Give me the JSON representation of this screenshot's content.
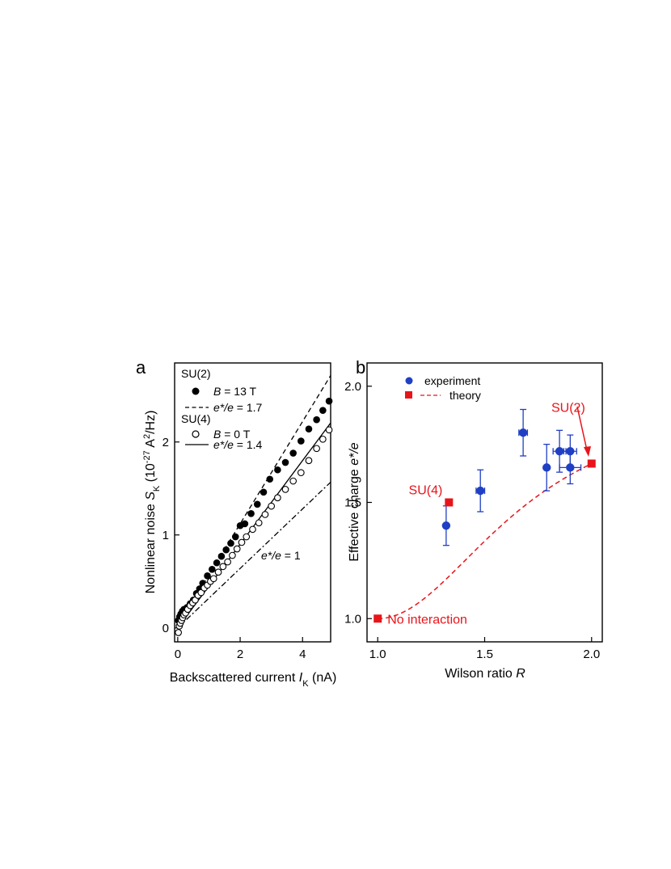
{
  "panels": {
    "a": {
      "letter": "a"
    },
    "b": {
      "letter": "b"
    }
  },
  "chart_data": [
    {
      "panel": "a",
      "type": "scatter",
      "xlabel": {
        "pre": "Backscattered current ",
        "var": "I",
        "sub": "K",
        "post": " (nA)"
      },
      "ylabel": {
        "pre": "Nonlinear noise ",
        "var": "S",
        "sub": "K",
        "post": " (10",
        "sup1": "-27",
        "mid": " A",
        "sup2": "2",
        "end": "/Hz)"
      },
      "xlim": [
        -0.1,
        4.9
      ],
      "ylim": [
        -0.15,
        2.85
      ],
      "xticks": [
        0,
        2,
        4
      ],
      "yticks": [
        0,
        1,
        2
      ],
      "grid": false,
      "legend": {
        "group1": "SU(2)",
        "entry1_var": "B",
        "entry1_val": " = 13 T",
        "entry2_var": "e*/e",
        "entry2_val": " = 1.7",
        "group2": "SU(4)",
        "entry3_var": "B",
        "entry3_val": " = 0 T",
        "entry4_var": "e*/e",
        "entry4_val": " = 1.4",
        "placement": "top-left"
      },
      "annotation": {
        "var": "e*/e",
        "val": " = 1"
      },
      "series": [
        {
          "marker": "filled-circle",
          "x": [
            0.02,
            0.06,
            0.1,
            0.15,
            0.2,
            0.3,
            0.4,
            0.5,
            0.6,
            0.7,
            0.8,
            0.95,
            1.1,
            1.25,
            1.4,
            1.55,
            1.7,
            1.85,
            2.0,
            2.15,
            2.35,
            2.55,
            2.75,
            2.95,
            3.2,
            3.45,
            3.7,
            3.95,
            4.2,
            4.45,
            4.65,
            4.85
          ],
          "y": [
            0.08,
            0.12,
            0.15,
            0.18,
            0.2,
            0.22,
            0.26,
            0.3,
            0.37,
            0.42,
            0.48,
            0.56,
            0.63,
            0.7,
            0.77,
            0.84,
            0.91,
            0.98,
            1.1,
            1.12,
            1.23,
            1.33,
            1.46,
            1.6,
            1.7,
            1.78,
            1.88,
            2.01,
            2.14,
            2.24,
            2.34,
            2.44
          ]
        },
        {
          "marker": "open-circle",
          "x": [
            0.02,
            0.05,
            0.08,
            0.12,
            0.16,
            0.2,
            0.25,
            0.32,
            0.4,
            0.48,
            0.56,
            0.65,
            0.75,
            0.85,
            0.95,
            1.05,
            1.15,
            1.3,
            1.45,
            1.6,
            1.75,
            1.9,
            2.05,
            2.2,
            2.4,
            2.6,
            2.8,
            3.0,
            3.2,
            3.45,
            3.7,
            3.95,
            4.2,
            4.45,
            4.65,
            4.85
          ],
          "y": [
            -0.05,
            0.02,
            0.05,
            0.08,
            0.11,
            0.14,
            0.16,
            0.2,
            0.24,
            0.27,
            0.3,
            0.35,
            0.38,
            0.43,
            0.46,
            0.5,
            0.53,
            0.6,
            0.66,
            0.71,
            0.78,
            0.85,
            0.92,
            0.98,
            1.06,
            1.13,
            1.22,
            1.31,
            1.4,
            1.49,
            1.58,
            1.67,
            1.8,
            1.93,
            2.03,
            2.13
          ]
        }
      ],
      "lines": [
        {
          "style": "dashed",
          "slope": 0.55,
          "intercept": 0.02
        },
        {
          "style": "solid",
          "slope": 0.45,
          "intercept": 0.0
        },
        {
          "style": "dash-dot",
          "slope": 0.32,
          "intercept": 0.0
        }
      ]
    },
    {
      "panel": "b",
      "type": "scatter",
      "xlabel": {
        "pre": "Wilson ratio ",
        "var": "R"
      },
      "ylabel": {
        "pre": "Effective charge ",
        "var": "e*/e"
      },
      "xlim": [
        0.95,
        2.05
      ],
      "ylim": [
        0.9,
        2.1
      ],
      "xticks": [
        "1.0",
        "1.5",
        "2.0"
      ],
      "yticks": [
        "1.0",
        "1.5",
        "2.0"
      ],
      "grid": false,
      "legend": {
        "experiment": "experiment",
        "theory": "theory",
        "placement": "top-left"
      },
      "colors": {
        "experiment": "#1f3fc4",
        "theory": "#e8141a"
      },
      "experiment": [
        {
          "x": 1.32,
          "y": 1.4,
          "yerr": 0.085
        },
        {
          "x": 1.48,
          "y": 1.55,
          "yerr": 0.09,
          "xerr": 0.02
        },
        {
          "x": 1.68,
          "y": 1.8,
          "yerr": 0.1,
          "xerr": 0.02
        },
        {
          "x": 1.79,
          "y": 1.65,
          "yerr": 0.1
        },
        {
          "x": 1.85,
          "y": 1.72,
          "yerr": 0.09,
          "xerr": 0.03
        },
        {
          "x": 1.9,
          "y": 1.72,
          "yerr": 0.07,
          "xerr": 0.03
        },
        {
          "x": 1.9,
          "y": 1.65,
          "yerr": 0.07,
          "xerr": 0.05
        }
      ],
      "theory_points": [
        {
          "x": 1.0,
          "y": 1.0,
          "label": "No interaction"
        },
        {
          "x": 1.333,
          "y": 1.5,
          "label": "SU(4)"
        },
        {
          "x": 2.0,
          "y": 1.667,
          "label": "SU(2)"
        }
      ]
    }
  ]
}
